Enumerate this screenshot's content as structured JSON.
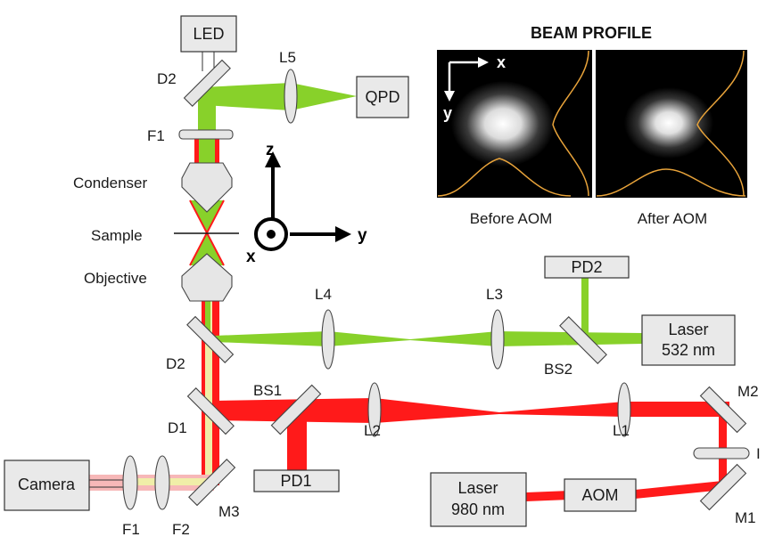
{
  "beam_profile": {
    "title": "BEAM PROFILE",
    "axis_x": "x",
    "axis_y": "y",
    "captions": [
      "Before AOM",
      "After AOM"
    ]
  },
  "axes": {
    "z": "z",
    "y": "y",
    "x": "x"
  },
  "components": {
    "led": "LED",
    "qpd": "QPD",
    "pd2": "PD2",
    "pd1": "PD1",
    "camera": "Camera",
    "laser532_line1": "Laser",
    "laser532_line2": "532 nm",
    "laser980_line1": "Laser",
    "laser980_line2": "980 nm",
    "aom": "AOM"
  },
  "labels": {
    "d2_top": "D2",
    "l5": "L5",
    "f1_top": "F1",
    "condenser": "Condenser",
    "sample": "Sample",
    "objective": "Objective",
    "l4": "L4",
    "l3": "L3",
    "bs2": "BS2",
    "d2_mid": "D2",
    "bs1": "BS1",
    "d1": "D1",
    "l2": "L2",
    "l1": "L1",
    "m2": "M2",
    "iris": "I",
    "m3": "M3",
    "m1": "M1",
    "f1_bottom": "F1",
    "f2": "F2"
  },
  "colors": {
    "ir_beam": "#ff1a1a",
    "green_beam": "#88d12a",
    "camera_beam": "#f7b8b8",
    "led_beam": "#f0eea8"
  }
}
